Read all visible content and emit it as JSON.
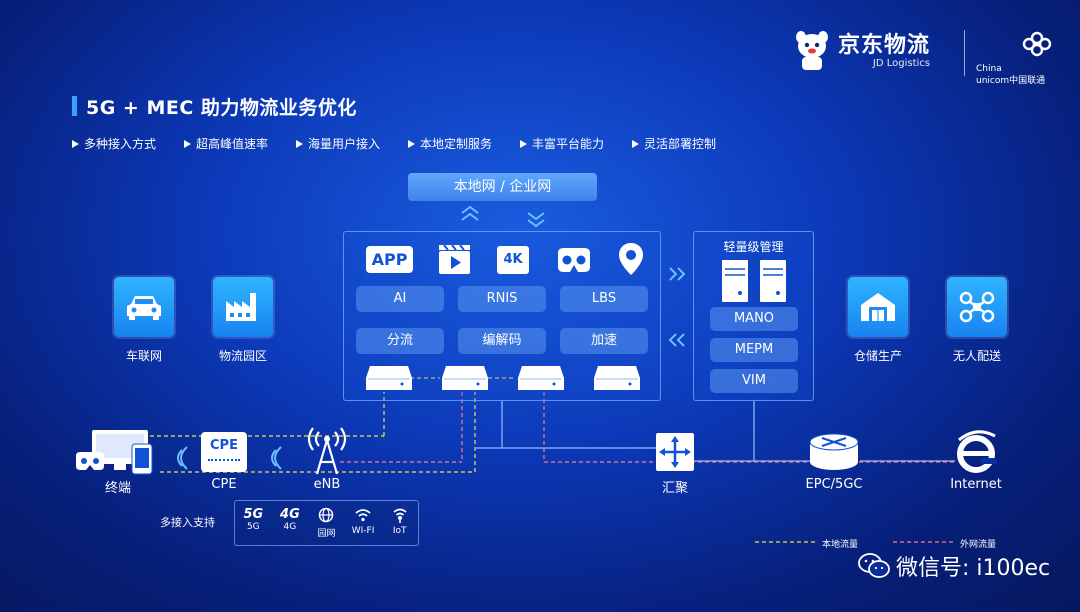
{
  "brand": {
    "name_cn": "京东物流",
    "name_en": "JD Logistics",
    "unicom_line1": "China",
    "unicom_line2": "unicom中国联通"
  },
  "title": "5G + MEC 助力物流业务优化",
  "features": [
    "多种接入方式",
    "超高峰值速率",
    "海量用户接入",
    "本地定制服务",
    "丰富平台能力",
    "灵活部署控制"
  ],
  "local_net": "本地网 / 企业网",
  "mec": {
    "icons": [
      "APP",
      "4K"
    ],
    "row1": [
      "AI",
      "RNIS",
      "LBS"
    ],
    "row2": [
      "分流",
      "编解码",
      "加速"
    ]
  },
  "mgmt": {
    "title": "轻量级管理",
    "items": [
      "MANO",
      "MEPM",
      "VIM"
    ]
  },
  "left_tiles": [
    {
      "label": "车联网"
    },
    {
      "label": "物流园区"
    }
  ],
  "right_tiles": [
    {
      "label": "仓储生产"
    },
    {
      "label": "无人配送"
    }
  ],
  "nodes": {
    "terminal": "终端",
    "cpe_badge": "CPE",
    "cpe": "CPE",
    "enb": "eNB",
    "huiju": "汇聚",
    "epc": "EPC/5GC",
    "internet": "Internet"
  },
  "access": {
    "label": "多接入支持",
    "items": [
      {
        "badge": "5G",
        "label": "5G"
      },
      {
        "badge": "4G",
        "label": "4G"
      },
      {
        "badge": "",
        "label": "园网"
      },
      {
        "badge": "",
        "label": "WI-FI"
      },
      {
        "badge": "",
        "label": "IoT"
      }
    ]
  },
  "legend": {
    "local": "本地流量",
    "external": "外网流量"
  },
  "watermark": "微信号: i100ec",
  "colors": {
    "local_flow": "#f3e24a",
    "external_flow": "#ff7a8a",
    "tile": "#22a0ff",
    "line": "#8fbfff"
  }
}
